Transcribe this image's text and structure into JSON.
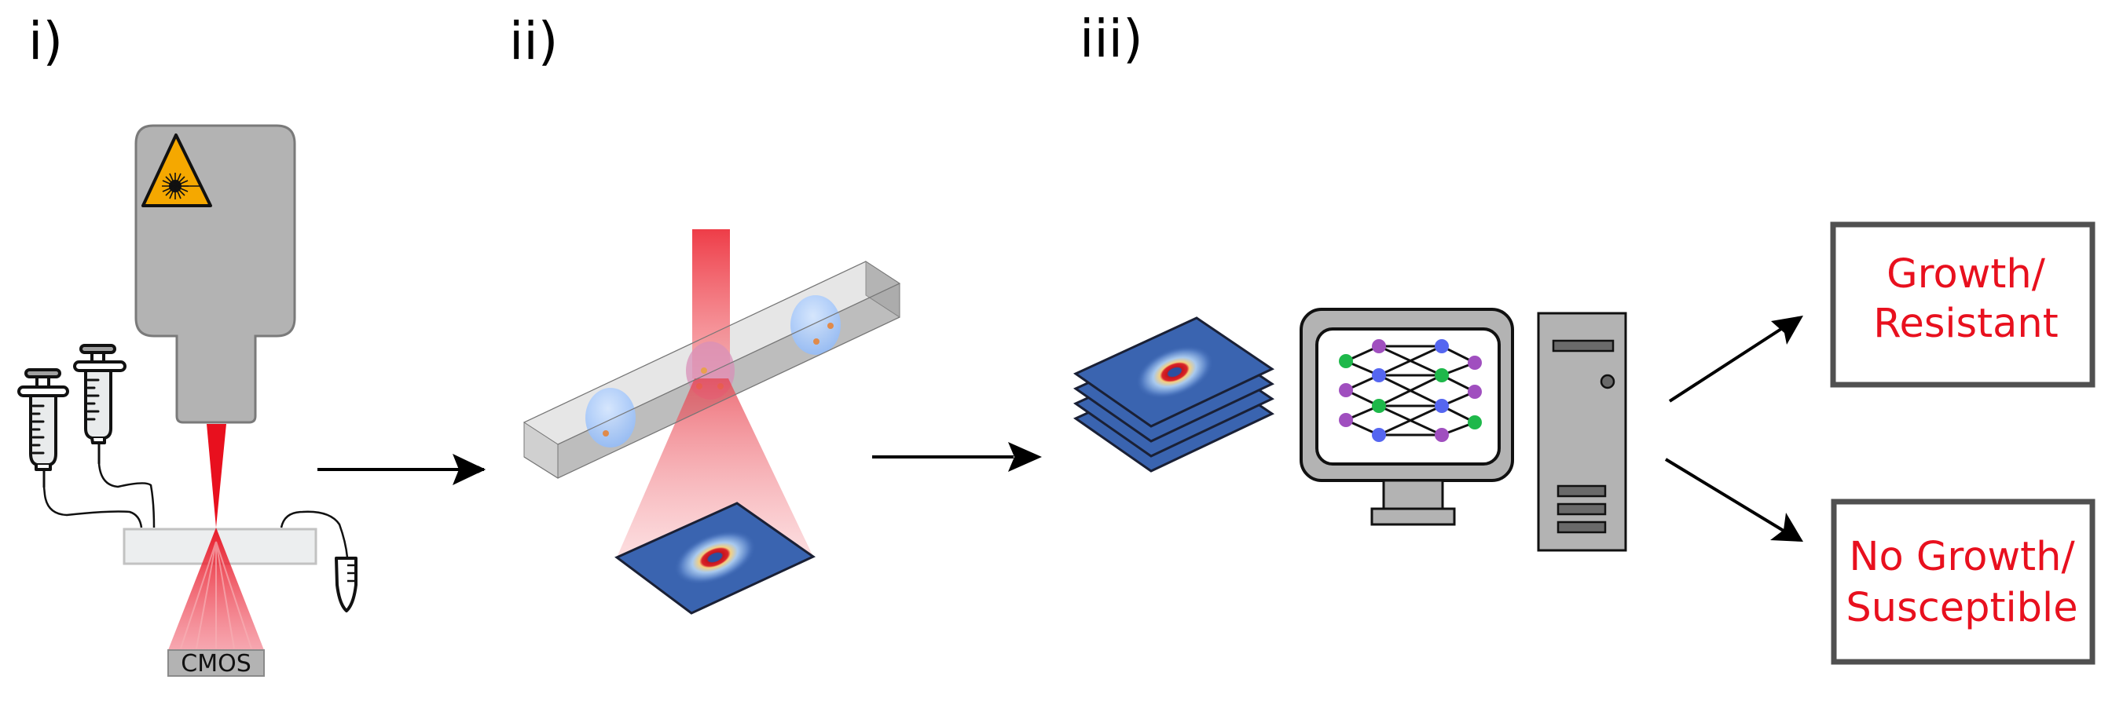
{
  "figure": {
    "panels": [
      {
        "id": "i",
        "label": "i)"
      },
      {
        "id": "ii",
        "label": "ii)"
      },
      {
        "id": "iii",
        "label": "iii)"
      }
    ],
    "setup": {
      "detector_label": "CMOS",
      "laser_warning_icon": "laser-hazard-icon",
      "syringe_count": 2,
      "collection_tube_icon": "tube-icon"
    },
    "colors": {
      "laser_red": "#e8101e",
      "laser_body": "#b3b3b3",
      "warning_yellow": "#f5a800",
      "droplet_blue": "#9cc4ff",
      "bacteria_orange": "#e08a4a",
      "detector_blue": "#3a64b0",
      "nn_green": "#1eb84a",
      "nn_blue": "#5566f0",
      "nn_purple": "#a04fbf",
      "output_text_red": "#e8101e",
      "output_border": "#505050"
    },
    "neural_network": {
      "layers": [
        [
          "green",
          "purple",
          "purple"
        ],
        [
          "purple",
          "blue",
          "green",
          "blue"
        ],
        [
          "blue",
          "green",
          "blue",
          "purple"
        ],
        [
          "purple",
          "purple",
          "green"
        ]
      ]
    },
    "outputs": [
      {
        "line1": "Growth/",
        "line2": "Resistant"
      },
      {
        "line1": "No Growth/",
        "line2": "Susceptible"
      }
    ]
  }
}
